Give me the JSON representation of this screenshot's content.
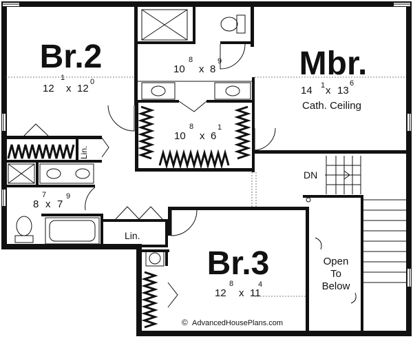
{
  "rooms": {
    "br2": {
      "name": "Br.2",
      "w_ft": "12",
      "w_in": "1",
      "sep": "x",
      "d_ft": "12",
      "d_in": "0"
    },
    "bath_upper": {
      "w_ft": "10",
      "w_in": "8",
      "sep": "x",
      "d_ft": "8",
      "d_in": "9"
    },
    "closet_mbr": {
      "w_ft": "10",
      "w_in": "8",
      "sep": "x",
      "d_ft": "6",
      "d_in": "1"
    },
    "mbr": {
      "name": "Mbr.",
      "w_ft": "14",
      "w_in": "1",
      "sep": "x",
      "d_ft": "13",
      "d_in": "6",
      "note": "Cath. Ceiling"
    },
    "bath2": {
      "w_ft": "8",
      "w_in": "7",
      "sep": "x",
      "d_ft": "7",
      "d_in": "9"
    },
    "br3": {
      "name": "Br.3",
      "w_ft": "12",
      "w_in": "8",
      "sep": "x",
      "d_ft": "11",
      "d_in": "4"
    }
  },
  "labels": {
    "lin_small": "Lin.",
    "lin_hall": "Lin.",
    "dn": "DN",
    "open_line1": "Open",
    "open_line2": "To",
    "open_line3": "Below"
  },
  "credit": {
    "symbol": "©",
    "text": "AdvancedHousePlans.com"
  }
}
